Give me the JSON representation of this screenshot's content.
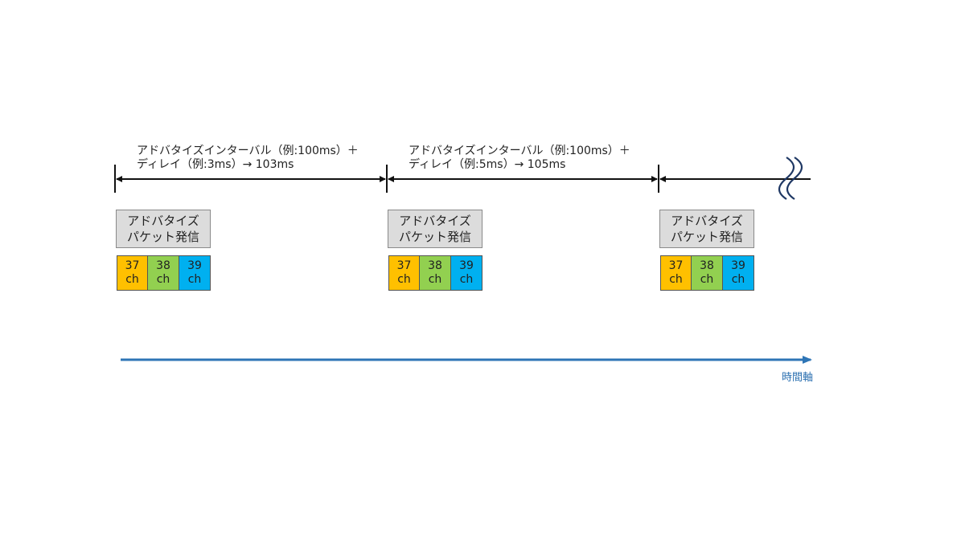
{
  "intervals": [
    {
      "line1": "アドバタイズインターバル（例:100ms）＋",
      "line2": "ディレイ（例:3ms）→ 103ms"
    },
    {
      "line1": "アドバタイズインターバル（例:100ms）＋",
      "line2": "ディレイ（例:5ms）→ 105ms"
    }
  ],
  "packets": [
    {
      "line1": "アドバタイズ",
      "line2": "パケット発信"
    },
    {
      "line1": "アドバタイズ",
      "line2": "パケット発信"
    },
    {
      "line1": "アドバタイズ",
      "line2": "パケット発信"
    }
  ],
  "channels": [
    {
      "num": "37",
      "unit": "ch",
      "color": "#ffc000"
    },
    {
      "num": "38",
      "unit": "ch",
      "color": "#92d050"
    },
    {
      "num": "39",
      "unit": "ch",
      "color": "#00b0f0"
    }
  ],
  "axis": {
    "label": "時間軸",
    "color": "#2e75b6"
  }
}
